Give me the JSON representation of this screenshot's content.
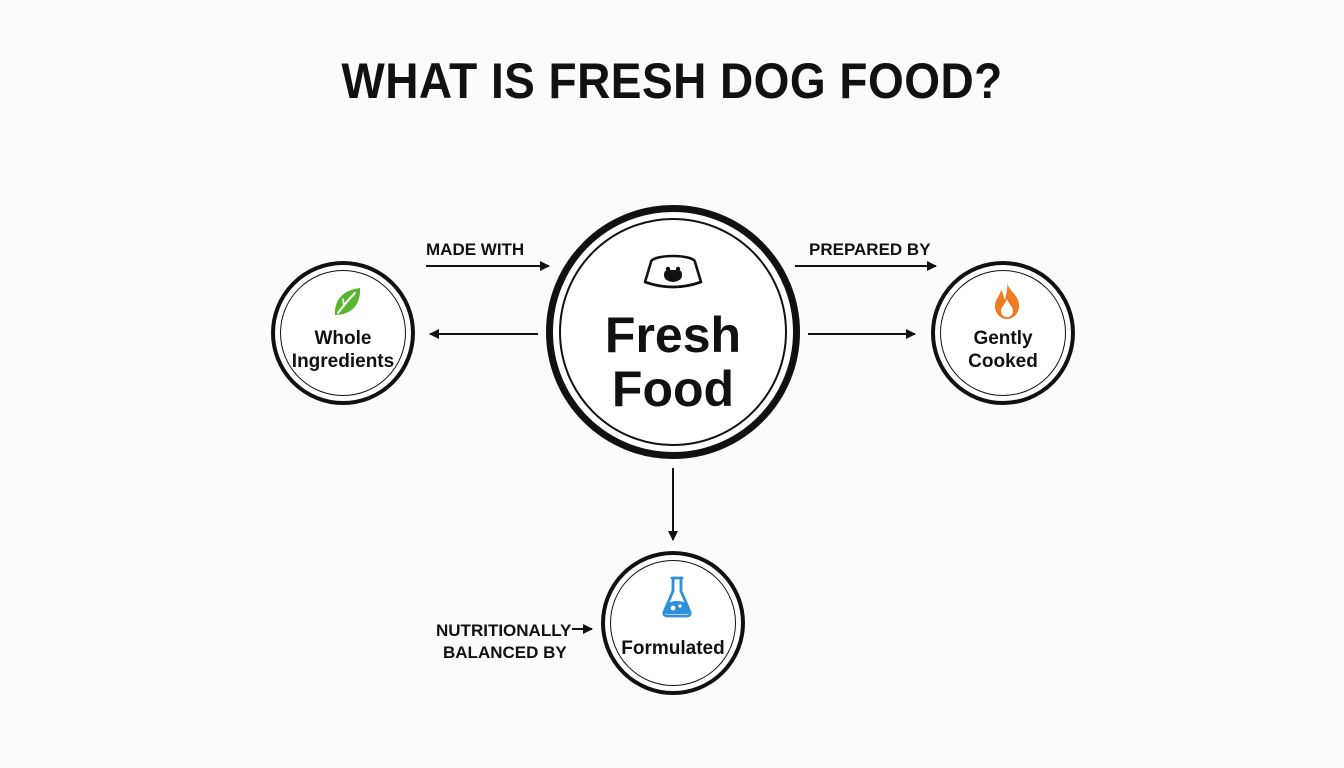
{
  "title": "WHAT IS FRESH DOG FOOD?",
  "center_node": {
    "line1": "Fresh",
    "line2": "Food",
    "icon": "dog-bowl-icon"
  },
  "nodes": {
    "whole_ingredients": {
      "line1": "Whole",
      "line2": "Ingredients",
      "icon": "leaf-icon",
      "icon_color": "#5cb531"
    },
    "gently_cooked": {
      "line1": "Gently",
      "line2": "Cooked",
      "icon": "flame-icon",
      "icon_color": "#f07a1e"
    },
    "formulated": {
      "line1": "Formulated",
      "icon": "flask-icon",
      "icon_color": "#2f8fd8"
    }
  },
  "edge_labels": {
    "made_with": "MADE WITH",
    "prepared_by": "PREPARED BY",
    "nutritionally_line1": "NUTRITIONALLY",
    "nutritionally_line2": "BALANCED BY"
  },
  "colors": {
    "line": "#111111",
    "background": "#fbfbfb"
  }
}
